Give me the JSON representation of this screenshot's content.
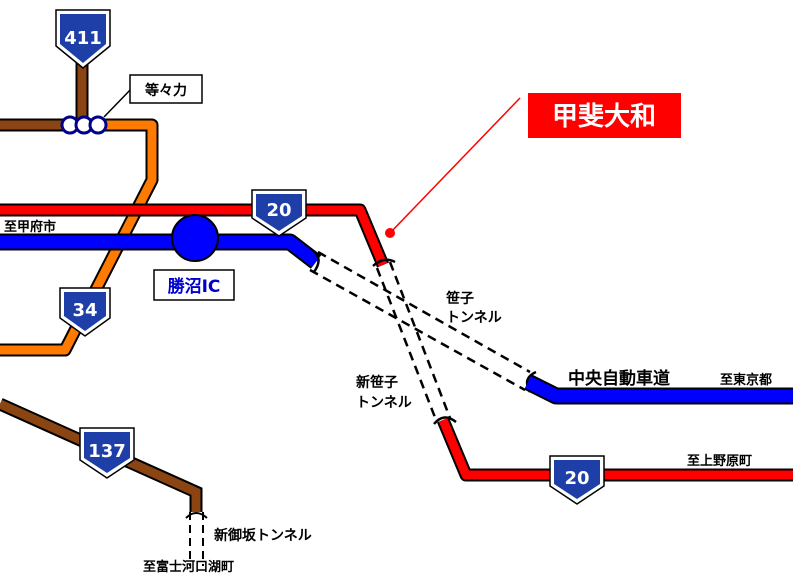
{
  "title": "甲斐大和",
  "labels": {
    "todoroki": "等々力",
    "to_kofu": "至甲府市",
    "katsunuma_ic": "勝沼IC",
    "sasago_tunnel_1": "笹子",
    "sasago_tunnel_2": "トンネル",
    "shin_sasago_1": "新笹子",
    "shin_sasago_2": "トンネル",
    "chuo_expressway": "中央自動車道",
    "to_tokyo": "至東京都",
    "to_uenohara": "至上野原町",
    "shin_misaka_tunnel": "新御坂トンネル",
    "to_fujikawaguchiko": "至富士河口湖町"
  },
  "routes": {
    "r411": "411",
    "r20_top": "20",
    "r34": "34",
    "r137": "137",
    "r20_bottom": "20"
  },
  "colors": {
    "national_route": "#ff0000",
    "prefectural_route": "#ff7a00",
    "local_road": "#8b4513",
    "expressway": "#0000ff",
    "shield": "#1e3ea8",
    "title_bg": "#ff0000"
  }
}
